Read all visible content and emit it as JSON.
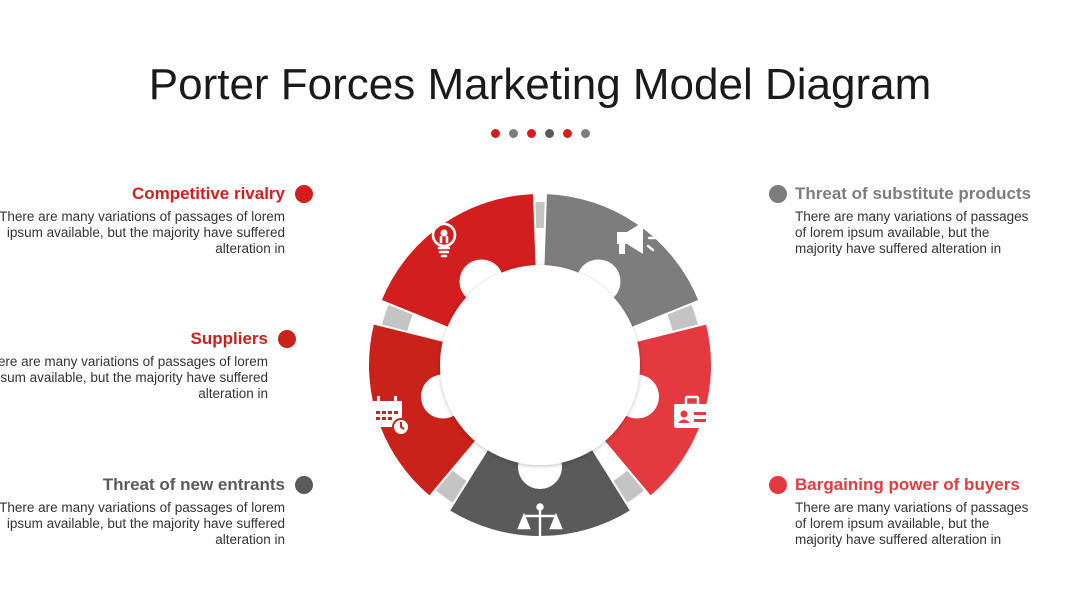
{
  "title": "Porter Forces Marketing Model Diagram",
  "colors": {
    "red": "#d21e1e",
    "dark_red": "#c8221a",
    "light_red": "#e43a3f",
    "gray": "#7d7d7d",
    "dark_gray": "#5a5a5a",
    "ring": "#c4c4c4",
    "text": "#333333"
  },
  "divider_dots": [
    "#d21e1e",
    "#7d7d7d",
    "#d21e1e",
    "#5a5a5a",
    "#d21e1e",
    "#7d7d7d"
  ],
  "forces": [
    {
      "title": "Competitive rivalry",
      "text": "There are many variations of passages of lorem ipsum available, but the majority have suffered alteration in",
      "color": "#d21e1e",
      "icon": "bulb-icon"
    },
    {
      "title": "Suppliers",
      "text": "There are many variations of passages of lorem ipsum available, but the majority have suffered alteration in",
      "color": "#c8221a",
      "icon": "calendar-icon"
    },
    {
      "title": "Threat of new entrants",
      "text": "There are many variations of passages of lorem ipsum available, but the majority have suffered alteration in",
      "color": "#5a5a5a",
      "icon": "scale-icon"
    },
    {
      "title": "Threat of substitute products",
      "text": "There are many variations of passages of lorem ipsum available, but the majority have suffered alteration in",
      "color": "#7d7d7d",
      "icon": "megaphone-icon"
    },
    {
      "title": "Bargaining power of buyers",
      "text": "There are many variations of passages of lorem ipsum available, but the majority have suffered alteration in",
      "color": "#e43a3f",
      "icon": "id-card-icon"
    }
  ]
}
